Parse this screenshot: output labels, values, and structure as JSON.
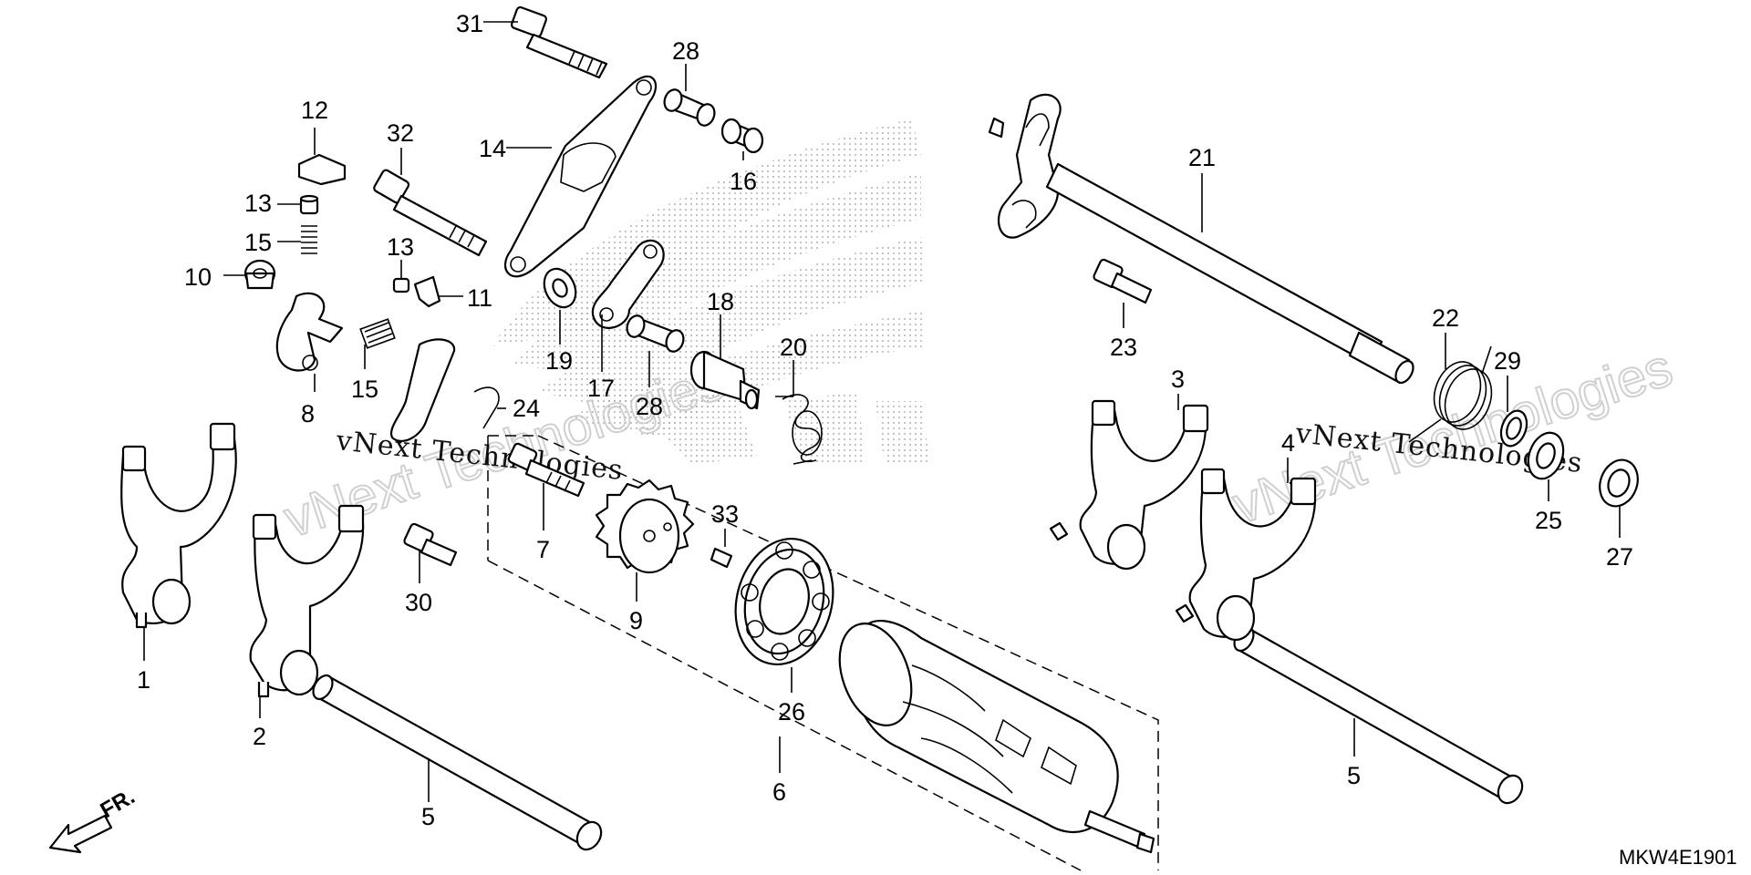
{
  "diagram": {
    "code": "MKW4E1901",
    "front_marker": "FR.",
    "watermarks": [
      "vNext Technologies",
      "vNext Technologies"
    ],
    "callouts": [
      {
        "id": "c1",
        "text": "1"
      },
      {
        "id": "c2",
        "text": "2"
      },
      {
        "id": "c3",
        "text": "3"
      },
      {
        "id": "c4",
        "text": "4"
      },
      {
        "id": "c5a",
        "text": "5"
      },
      {
        "id": "c5b",
        "text": "5"
      },
      {
        "id": "c6",
        "text": "6"
      },
      {
        "id": "c7",
        "text": "7"
      },
      {
        "id": "c8",
        "text": "8"
      },
      {
        "id": "c9",
        "text": "9"
      },
      {
        "id": "c10",
        "text": "10"
      },
      {
        "id": "c11",
        "text": "11"
      },
      {
        "id": "c12",
        "text": "12"
      },
      {
        "id": "c13a",
        "text": "13"
      },
      {
        "id": "c13b",
        "text": "13"
      },
      {
        "id": "c14",
        "text": "14"
      },
      {
        "id": "c15a",
        "text": "15"
      },
      {
        "id": "c15b",
        "text": "15"
      },
      {
        "id": "c16",
        "text": "16"
      },
      {
        "id": "c17",
        "text": "17"
      },
      {
        "id": "c18",
        "text": "18"
      },
      {
        "id": "c19",
        "text": "19"
      },
      {
        "id": "c20",
        "text": "20"
      },
      {
        "id": "c21",
        "text": "21"
      },
      {
        "id": "c22",
        "text": "22"
      },
      {
        "id": "c23",
        "text": "23"
      },
      {
        "id": "c24",
        "text": "24"
      },
      {
        "id": "c25",
        "text": "25"
      },
      {
        "id": "c26",
        "text": "26"
      },
      {
        "id": "c27",
        "text": "27"
      },
      {
        "id": "c28a",
        "text": "28"
      },
      {
        "id": "c28b",
        "text": "28"
      },
      {
        "id": "c29",
        "text": "29"
      },
      {
        "id": "c30",
        "text": "30"
      },
      {
        "id": "c31",
        "text": "31"
      },
      {
        "id": "c32",
        "text": "32"
      },
      {
        "id": "c33",
        "text": "33"
      }
    ]
  }
}
